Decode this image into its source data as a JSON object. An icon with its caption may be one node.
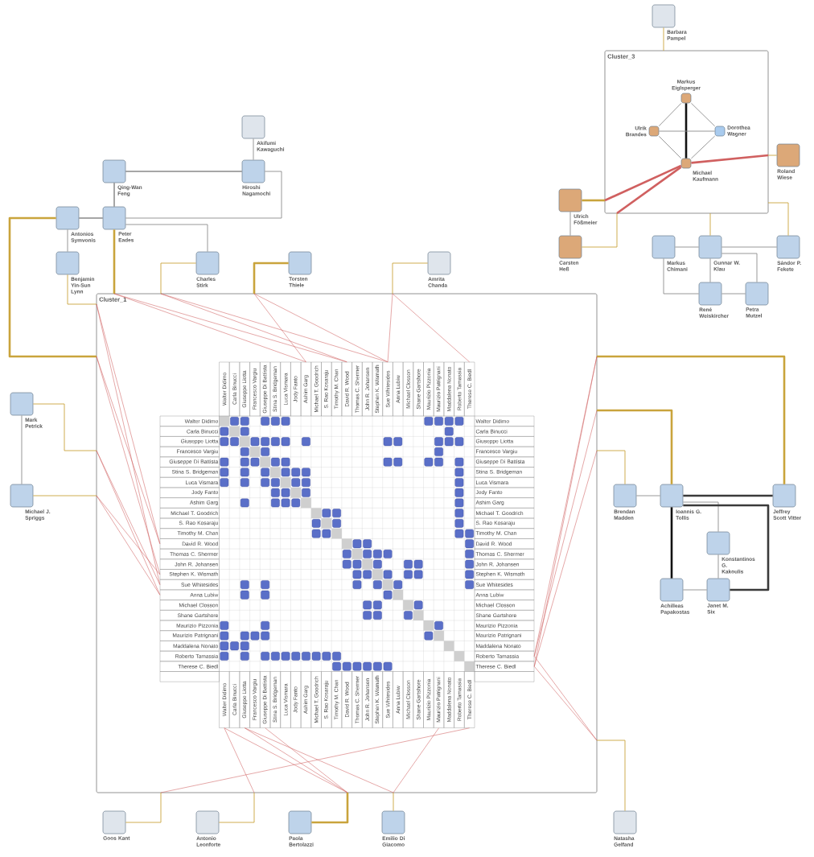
{
  "diagram": {
    "nodes": [
      {
        "text": [
          "Barbara Pampel"
        ]
      },
      {
        "text": [
          "Cluster_3"
        ]
      },
      {
        "text": [
          "Markus Eiglsperger"
        ],
        "in": 1
      },
      {
        "text": [
          "Ulrik Brandes"
        ],
        "in": 1
      },
      {
        "text": [
          "Dorothea Wagner"
        ],
        "in": 1
      },
      {
        "text": [
          "Michael Kaufmann"
        ],
        "in": 1
      },
      {
        "text": [
          "Akifumi Kawaguchi"
        ]
      },
      {
        "text": [
          "Qing-Wan Feng"
        ]
      },
      {
        "text": [
          "Hiroshi Nagamochi"
        ]
      },
      {
        "text": [
          "Roland Wiese"
        ]
      },
      {
        "text": [
          "Ulrich Fößmeier"
        ]
      },
      {
        "text": [
          "Antonios Symvonis"
        ]
      },
      {
        "text": [
          "Peter Eades"
        ]
      },
      {
        "text": [
          "Carsten Heß"
        ]
      },
      {
        "text": [
          "Markus Chimani"
        ]
      },
      {
        "text": [
          "Gunnar W. Klau"
        ]
      },
      {
        "text": [
          "Sándor P. Fekete"
        ]
      },
      {
        "text": [
          "Benjamin Yin-Sun Lynn"
        ]
      },
      {
        "text": [
          "Charles Stirk"
        ]
      },
      {
        "text": [
          "Torsten Thiele"
        ]
      },
      {
        "text": [
          "Amrita Chanda"
        ]
      },
      {
        "text": [
          "René Weiskircher"
        ]
      },
      {
        "text": [
          "Petra Mutzel"
        ]
      },
      {
        "text": [
          "Cluster_1"
        ]
      },
      {
        "text": [
          "Mark Petrick"
        ]
      },
      {
        "text": [
          "Michael J. Spriggs"
        ]
      },
      {
        "text": [
          "Brendan Madden"
        ]
      },
      {
        "text": [
          "Ioannis G. Tollis"
        ]
      },
      {
        "text": [
          "Jeffrey Scott Vitter"
        ]
      },
      {
        "text": [
          "Konstantinos G. Kakoulis"
        ]
      },
      {
        "text": [
          "Achilleas Papakostas"
        ]
      },
      {
        "text": [
          "Janet M. Six"
        ]
      },
      {
        "text": [
          "Goos Kant"
        ]
      },
      {
        "text": [
          "Antonio Leonforte"
        ]
      },
      {
        "text": [
          "Paola Bertolazzi"
        ]
      },
      {
        "text": [
          "Emilio Di Giacomo"
        ]
      },
      {
        "text": [
          "Natasha Gelfand"
        ]
      },
      {
        "text": [
          "Walter Didimo"
        ],
        "in": 23
      },
      {
        "text": [
          "Carla Binucci"
        ],
        "in": 23
      },
      {
        "text": [
          "Giuseppe Liotta"
        ],
        "in": 23
      },
      {
        "text": [
          "Francesco Vargiu"
        ],
        "in": 23
      },
      {
        "text": [
          "Giuseppe Di Battista"
        ],
        "in": 23
      },
      {
        "text": [
          "Stina S. Bridgeman"
        ],
        "in": 23
      },
      {
        "text": [
          "Luca Vismara"
        ],
        "in": 23
      },
      {
        "text": [
          "Jody Fanto"
        ],
        "in": 23
      },
      {
        "text": [
          "Ashim Garg"
        ],
        "in": 23
      },
      {
        "text": [
          "Michael T. Goodrich"
        ],
        "in": 23
      },
      {
        "text": [
          "S. Rao Kosaraju"
        ],
        "in": 23
      },
      {
        "text": [
          "Timothy M. Chan"
        ],
        "in": 23
      },
      {
        "text": [
          "David R. Wood"
        ],
        "in": 23
      },
      {
        "text": [
          "Thomas C. Shermer"
        ],
        "in": 23
      },
      {
        "text": [
          "John R. Johansen"
        ],
        "in": 23
      },
      {
        "text": [
          "Stephen K. Wismath"
        ],
        "in": 23
      },
      {
        "text": [
          "Sue Whitesides"
        ],
        "in": 23
      },
      {
        "text": [
          "Anna Lubiw"
        ],
        "in": 23
      },
      {
        "text": [
          "Michael Closson"
        ],
        "in": 23
      },
      {
        "text": [
          "Shane Gartshore"
        ],
        "in": 23
      },
      {
        "text": [
          "Maurizio Pizzonia"
        ],
        "in": 23
      },
      {
        "text": [
          "Maurizio Patrignani"
        ],
        "in": 23
      },
      {
        "text": [
          "Maddalena Nonato"
        ],
        "in": 23
      },
      {
        "text": [
          "Roberto Tamassia"
        ],
        "in": 23
      },
      {
        "text": [
          "Therese C. Biedl"
        ],
        "in": 23
      },
      {
        "text": [
          "Walter Didimo"
        ],
        "in": 23
      },
      {
        "text": [
          "Carla Binucci"
        ],
        "in": 23
      },
      {
        "text": [
          "Giuseppe Liotta"
        ],
        "in": 23
      },
      {
        "text": [
          "Francesco Vargiu"
        ],
        "in": 23
      },
      {
        "text": [
          "Giuseppe Di Battista"
        ],
        "in": 23
      },
      {
        "text": [
          "Stina S. Bridgeman"
        ],
        "in": 23
      },
      {
        "text": [
          "Luca Vismara"
        ],
        "in": 23
      },
      {
        "text": [
          "Jody Fanto"
        ],
        "in": 23
      },
      {
        "text": [
          "Ashim Garg"
        ],
        "in": 23
      },
      {
        "text": [
          "Michael T. Goodrich"
        ],
        "in": 23
      },
      {
        "text": [
          "S. Rao Kosaraju"
        ],
        "in": 23
      },
      {
        "text": [
          "Timothy M. Chan"
        ],
        "in": 23
      },
      {
        "text": [
          "David R. Wood"
        ],
        "in": 23
      },
      {
        "text": [
          "Thomas C. Shermer"
        ],
        "in": 23
      },
      {
        "text": [
          "John R. Johansen"
        ],
        "in": 23
      },
      {
        "text": [
          "Stephen K. Wismath"
        ],
        "in": 23
      },
      {
        "text": [
          "Sue Whitesides"
        ],
        "in": 23
      },
      {
        "text": [
          "Anna Lubiw"
        ],
        "in": 23
      },
      {
        "text": [
          "Michael Closson"
        ],
        "in": 23
      },
      {
        "text": [
          "Shane Gartshore"
        ],
        "in": 23
      },
      {
        "text": [
          "Maurizio Pizzonia"
        ],
        "in": 23
      },
      {
        "text": [
          "Maurizio Patrignani"
        ],
        "in": 23
      },
      {
        "text": [
          "Maddalena Nonato"
        ],
        "in": 23
      },
      {
        "text": [
          "Roberto Tamassia"
        ],
        "in": 23
      },
      {
        "text": [
          "Therese C. Biedl"
        ],
        "in": 23
      },
      {
        "text": [
          "Walter Didimo"
        ],
        "in": 23
      },
      {
        "text": [
          "Carla Binucci"
        ],
        "in": 23
      },
      {
        "text": [
          "Giuseppe Liotta"
        ],
        "in": 23
      },
      {
        "text": [
          "Francesco Vargiu"
        ],
        "in": 23
      },
      {
        "text": [
          "Giuseppe Di Battista"
        ],
        "in": 23
      },
      {
        "text": [
          "Stina S. Bridgeman"
        ],
        "in": 23
      },
      {
        "text": [
          "Luca Vismara"
        ],
        "in": 23
      },
      {
        "text": [
          "Jody Fanto"
        ],
        "in": 23
      },
      {
        "text": [
          "Ashim Garg"
        ],
        "in": 23
      },
      {
        "text": [
          "Michael T. Goodrich"
        ],
        "in": 23
      },
      {
        "text": [
          "S. Rao Kosaraju"
        ],
        "in": 23
      },
      {
        "text": [
          "Timothy M. Chan"
        ],
        "in": 23
      },
      {
        "text": [
          "David R. Wood"
        ],
        "in": 23
      },
      {
        "text": [
          "Thomas C. Shermer"
        ],
        "in": 23
      },
      {
        "text": [
          "John R. Johansen"
        ],
        "in": 23
      },
      {
        "text": [
          "Stephen K. Wismath"
        ],
        "in": 23
      },
      {
        "text": [
          "Sue Whitesides"
        ],
        "in": 23
      },
      {
        "text": [
          "Anna Lubiw"
        ],
        "in": 23
      },
      {
        "text": [
          "Michael Closson"
        ],
        "in": 23
      },
      {
        "text": [
          "Shane Gartshore"
        ],
        "in": 23
      },
      {
        "text": [
          "Maurizio Pizzonia"
        ],
        "in": 23
      },
      {
        "text": [
          "Maurizio Patrignani"
        ],
        "in": 23
      },
      {
        "text": [
          "Maddalena Nonato"
        ],
        "in": 23
      },
      {
        "text": [
          "Roberto Tamassia"
        ],
        "in": 23
      },
      {
        "text": [
          "Therese C. Biedl"
        ],
        "in": 23
      },
      {
        "text": [
          "Walter Didimo"
        ],
        "in": 23
      },
      {
        "text": [
          "Carla Binucci"
        ],
        "in": 23
      },
      {
        "text": [
          "Giuseppe Liotta"
        ],
        "in": 23
      },
      {
        "text": [
          "Francesco Vargiu"
        ],
        "in": 23
      },
      {
        "text": [
          "Giuseppe Di Battista"
        ],
        "in": 23
      },
      {
        "text": [
          "Stina S. Bridgeman"
        ],
        "in": 23
      },
      {
        "text": [
          "Luca Vismara"
        ],
        "in": 23
      },
      {
        "text": [
          "Jody Fanto"
        ],
        "in": 23
      },
      {
        "text": [
          "Ashim Garg"
        ],
        "in": 23
      },
      {
        "text": [
          "Michael T. Goodrich"
        ],
        "in": 23
      },
      {
        "text": [
          "S. Rao Kosaraju"
        ],
        "in": 23
      },
      {
        "text": [
          "Timothy M. Chan"
        ],
        "in": 23
      },
      {
        "text": [
          "David R. Wood"
        ],
        "in": 23
      },
      {
        "text": [
          "Thomas C. Shermer"
        ],
        "in": 23
      },
      {
        "text": [
          "John R. Johansen"
        ],
        "in": 23
      },
      {
        "text": [
          "Stephen K. Wismath"
        ],
        "in": 23
      },
      {
        "text": [
          "Sue Whitesides"
        ],
        "in": 23
      },
      {
        "text": [
          "Anna Lubiw"
        ],
        "in": 23
      },
      {
        "text": [
          "Michael Closson"
        ],
        "in": 23
      },
      {
        "text": [
          "Shane Gartshore"
        ],
        "in": 23
      },
      {
        "text": [
          "Maurizio Pizzonia"
        ],
        "in": 23
      },
      {
        "text": [
          "Maurizio Patrignani"
        ],
        "in": 23
      },
      {
        "text": [
          "Maddalena Nonato"
        ],
        "in": 23
      },
      {
        "text": [
          "Roberto Tamassia"
        ],
        "in": 23
      },
      {
        "text": [
          "Therese C. Biedl"
        ],
        "in": 23
      }
    ],
    "edges": [
      {
        "from": 0,
        "to": 1,
        "arrow": "none",
        "color": "#c9a43c"
      },
      {
        "from": 2,
        "to": 3,
        "arrow": "none",
        "color": "#8c8c8c"
      },
      {
        "from": 2,
        "to": 4,
        "arrow": "none",
        "color": "#8c8c8c"
      },
      {
        "from": 2,
        "to": 5,
        "arrow": "none",
        "style": "thick",
        "color": "#111111"
      },
      {
        "from": 3,
        "to": 4,
        "arrow": "none",
        "color": "#8c8c8c"
      },
      {
        "from": 3,
        "to": 5,
        "arrow": "none",
        "color": "#8c8c8c"
      },
      {
        "from": 4,
        "to": 5,
        "arrow": "none",
        "color": "#8c8c8c"
      },
      {
        "from": 9,
        "to": 1,
        "arrow": "none",
        "color": "#c9a43c"
      },
      {
        "from": 1,
        "to": 5,
        "arrow": "none",
        "style": "thick"
      },
      {
        "from": 10,
        "to": 1,
        "arrow": "none",
        "style": "thick",
        "color": "#c9a43c"
      },
      {
        "from": 1,
        "to": 5,
        "arrow": "none",
        "style": "thick"
      },
      {
        "from": 13,
        "to": 1,
        "arrow": "none",
        "color": "#c9a43c"
      },
      {
        "from": 1,
        "to": 5,
        "arrow": "none",
        "style": "thick"
      },
      {
        "from": 10,
        "to": 13,
        "arrow": "none",
        "color": "#8c8c8c"
      },
      {
        "from": 15,
        "to": 1,
        "arrow": "none",
        "color": "#c9a43c"
      },
      {
        "from": 16,
        "to": 1,
        "arrow": "none",
        "color": "#c9a43c"
      },
      {
        "from": 14,
        "to": 15,
        "arrow": "none",
        "color": "#8c8c8c"
      },
      {
        "from": 15,
        "to": 16,
        "arrow": "none",
        "color": "#8c8c8c"
      },
      {
        "from": 15,
        "to": 21,
        "arrow": "none",
        "color": "#8c8c8c"
      },
      {
        "from": 15,
        "to": 22,
        "arrow": "none",
        "color": "#8c8c8c"
      },
      {
        "from": 14,
        "to": 21,
        "arrow": "none",
        "color": "#8c8c8c"
      },
      {
        "from": 21,
        "to": 22,
        "arrow": "none",
        "color": "#8c8c8c"
      },
      {
        "from": 6,
        "to": 8,
        "arrow": "none",
        "color": "#8c8c8c"
      },
      {
        "from": 7,
        "to": 8,
        "arrow": "none",
        "color": "#3a3a3a"
      },
      {
        "from": 7,
        "to": 12,
        "arrow": "none",
        "color": "#3a3a3a"
      },
      {
        "from": 11,
        "to": 12,
        "arrow": "none",
        "color": "#3a3a3a"
      },
      {
        "from": 12,
        "to": 8,
        "arrow": "none",
        "color": "#8c8c8c"
      },
      {
        "from": 12,
        "to": 18,
        "arrow": "none",
        "color": "#8c8c8c"
      },
      {
        "from": 11,
        "to": 17,
        "arrow": "none",
        "color": "#8c8c8c"
      },
      {
        "from": 11,
        "to": 23,
        "arrow": "none",
        "style": "thick",
        "color": "#c9a43c"
      },
      {
        "from": 17,
        "to": 23,
        "arrow": "none",
        "color": "#c9a43c"
      },
      {
        "from": 12,
        "to": 23,
        "arrow": "none",
        "style": "thick",
        "color": "#c9a43c"
      },
      {
        "from": 18,
        "to": 23,
        "arrow": "none",
        "color": "#c9a43c"
      },
      {
        "from": 19,
        "to": 23,
        "arrow": "none",
        "style": "thick",
        "color": "#c9a43c"
      },
      {
        "from": 20,
        "to": 23,
        "arrow": "none",
        "color": "#c9a43c"
      },
      {
        "from": 24,
        "to": 25,
        "arrow": "none",
        "color": "#8c8c8c"
      },
      {
        "from": 24,
        "to": 23,
        "arrow": "none",
        "color": "#c9a43c"
      },
      {
        "from": 25,
        "to": 23,
        "arrow": "none",
        "color": "#c9a43c"
      },
      {
        "from": 26,
        "to": 27,
        "arrow": "none",
        "color": "#8c8c8c"
      },
      {
        "from": 27,
        "to": 28,
        "arrow": "none",
        "style": "thick",
        "color": "#3a3a3a"
      },
      {
        "from": 27,
        "to": 30,
        "arrow": "none",
        "style": "thick",
        "color": "#111111"
      },
      {
        "from": 27,
        "to": 29,
        "arrow": "none",
        "color": "#8c8c8c"
      },
      {
        "from": 27,
        "to": 31,
        "arrow": "none",
        "style": "thick",
        "color": "#3a3a3a"
      },
      {
        "from": 29,
        "to": 31,
        "arrow": "none",
        "color": "#8c8c8c"
      },
      {
        "from": 30,
        "to": 31,
        "arrow": "none",
        "color": "#8c8c8c"
      },
      {
        "from": 26,
        "to": 23,
        "arrow": "none",
        "color": "#c9a43c"
      },
      {
        "from": 27,
        "to": 23,
        "arrow": "none",
        "style": "thick",
        "color": "#c9a43c"
      },
      {
        "from": 28,
        "to": 23,
        "arrow": "none",
        "style": "thick",
        "color": "#c9a43c"
      },
      {
        "from": 36,
        "to": 23,
        "arrow": "none",
        "color": "#c9a43c"
      },
      {
        "from": 32,
        "to": 23,
        "arrow": "none",
        "color": "#c9a43c"
      },
      {
        "from": 33,
        "to": 23,
        "arrow": "none",
        "color": "#c9a43c"
      },
      {
        "from": 34,
        "to": 23,
        "arrow": "none",
        "style": "thick",
        "color": "#c9a43c"
      },
      {
        "from": 35,
        "to": 23,
        "arrow": "none",
        "color": "#c9a43c"
      },
      {
        "from": 23,
        "to": 45,
        "arrow": "none"
      },
      {
        "from": 23,
        "to": 49,
        "arrow": "none"
      },
      {
        "from": 23,
        "to": 49,
        "arrow": "none"
      },
      {
        "from": 23,
        "to": 53,
        "arrow": "none"
      },
      {
        "from": 23,
        "to": 45,
        "arrow": "none"
      },
      {
        "from": 23,
        "to": 53,
        "arrow": "none"
      },
      {
        "from": 23,
        "to": 53,
        "arrow": "none"
      },
      {
        "from": 23,
        "to": 61,
        "arrow": "none"
      },
      {
        "from": 23,
        "to": 74,
        "arrow": "none"
      },
      {
        "from": 23,
        "to": 78,
        "arrow": "none"
      },
      {
        "from": 23,
        "to": 74,
        "arrow": "none"
      },
      {
        "from": 23,
        "to": 77,
        "arrow": "none"
      },
      {
        "from": 23,
        "to": 78,
        "arrow": "none"
      },
      {
        "from": 23,
        "to": 79,
        "arrow": "none"
      },
      {
        "from": 23,
        "to": 77,
        "arrow": "none"
      },
      {
        "from": 23,
        "to": 79,
        "arrow": "none"
      },
      {
        "from": 23,
        "to": 110,
        "arrow": "none"
      },
      {
        "from": 23,
        "to": 111,
        "arrow": "none"
      },
      {
        "from": 23,
        "to": 110,
        "arrow": "none"
      },
      {
        "from": 23,
        "to": 111,
        "arrow": "none"
      },
      {
        "from": 23,
        "to": 110,
        "arrow": "none"
      },
      {
        "from": 23,
        "to": 111,
        "arrow": "none"
      },
      {
        "from": 23,
        "to": 136,
        "arrow": "none"
      },
      {
        "from": 23,
        "to": 112,
        "arrow": "none"
      },
      {
        "from": 23,
        "to": 112,
        "arrow": "none"
      },
      {
        "from": 23,
        "to": 114,
        "arrow": "none"
      },
      {
        "from": 23,
        "to": 116,
        "arrow": "none"
      },
      {
        "from": 23,
        "to": 114,
        "arrow": "none"
      },
      {
        "from": 23,
        "to": 133,
        "arrow": "none"
      }
    ]
  }
}
